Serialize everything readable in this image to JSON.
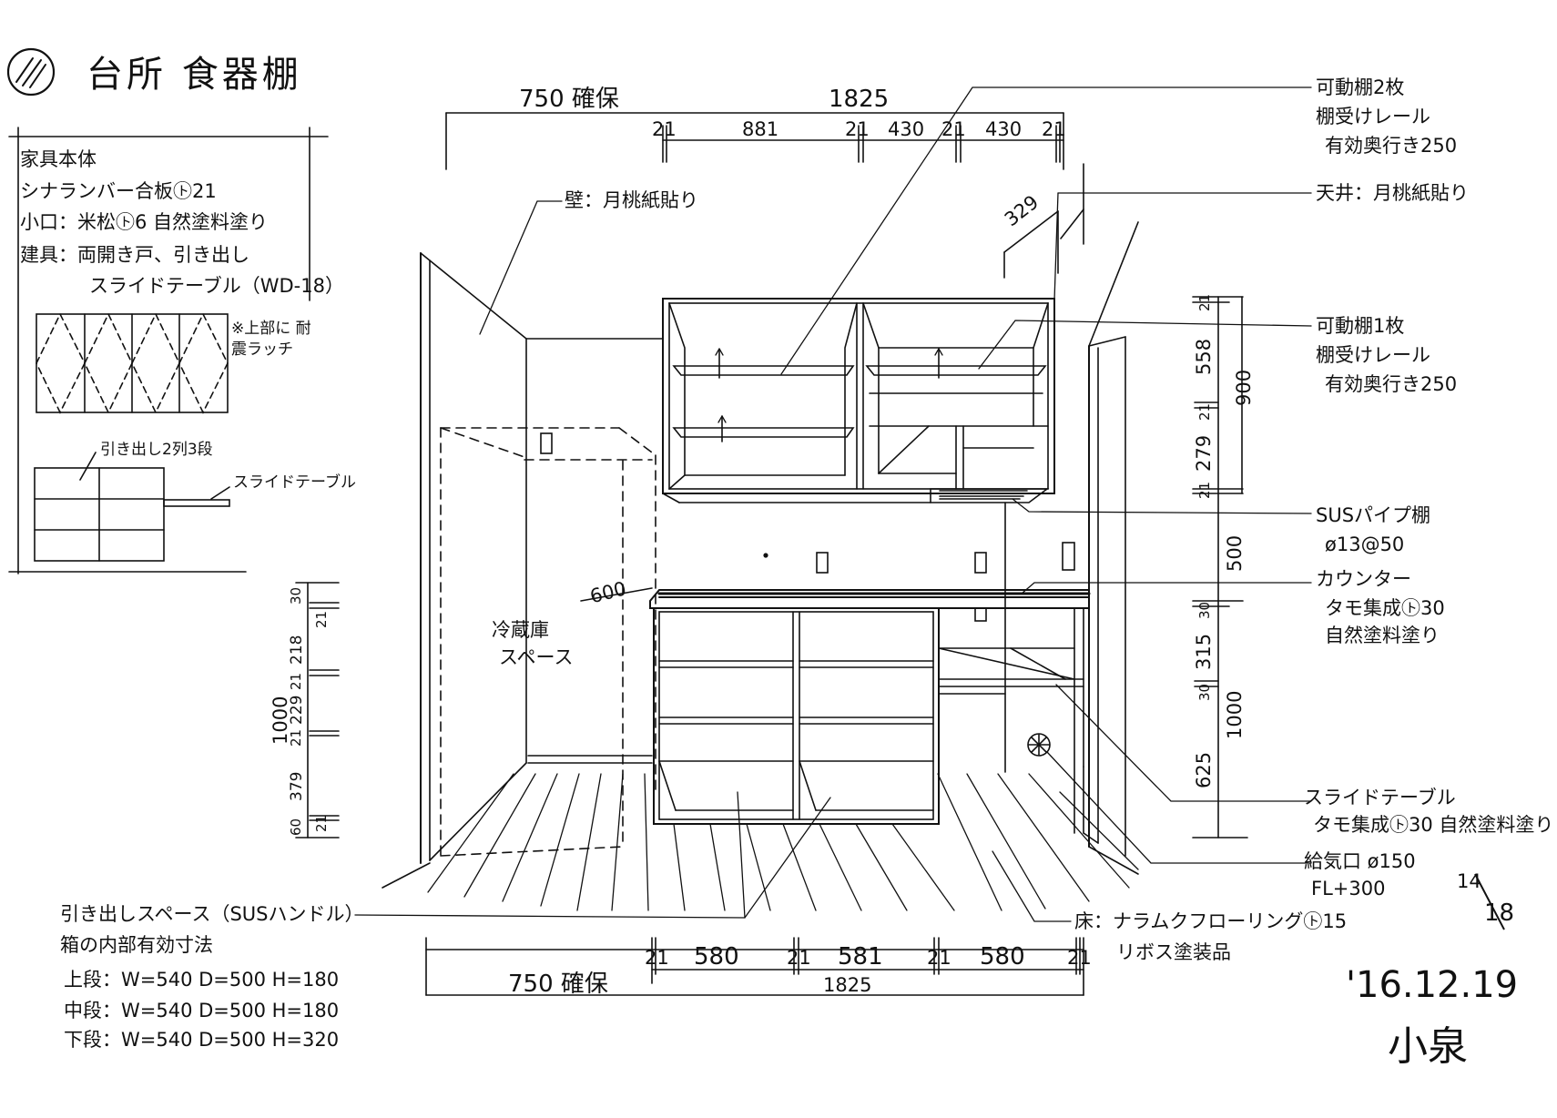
{
  "title": {
    "number_mark": "",
    "text": "台所 食器棚"
  },
  "spec": {
    "lines": [
      "家具本体",
      "シナランバー合板㋣21",
      "小口：米松㋣6 自然塗料塗り",
      "建具：両開き戸、引き出し",
      "スライドテーブル（WD-18）"
    ],
    "quake_latch_note": "※上部に 耐震ラッチ",
    "drawer_note": "引き出し2列3段",
    "slide_table_label": "スライドテーブル"
  },
  "dimensions": {
    "top_reserve": "750 確保",
    "top_total": "1825",
    "top_parts": [
      "21",
      "881",
      "21",
      "430",
      "21",
      "430",
      "21"
    ],
    "bottom_reserve": "750 確保",
    "bottom_total": "1825",
    "bottom_parts": [
      "21",
      "580",
      "21",
      "581",
      "21",
      "580",
      "21"
    ],
    "upper_depth": "329",
    "counter_depth": "600",
    "right_upper": [
      "21",
      "558",
      "21",
      "279",
      "21"
    ],
    "right_upper_total": "900",
    "right_gap": "500",
    "right_lower": [
      "30",
      "315",
      "30",
      "625"
    ],
    "right_lower_total": "1000",
    "left_parts": [
      "30",
      "21",
      "218",
      "21",
      "229",
      "21",
      "379",
      "21",
      "60"
    ],
    "left_total": "1000"
  },
  "labels": {
    "wall": "壁：月桃紙貼り",
    "fridge": [
      "冷蔵庫",
      "スペース"
    ],
    "shelf_top": [
      "可動棚2枚",
      "棚受けレール",
      "有効奥行き250"
    ],
    "ceiling": "天井：月桃紙貼り",
    "shelf_mid": [
      "可動棚1枚",
      "棚受けレール",
      "有効奥行き250"
    ],
    "pipe_shelf": [
      "SUSパイプ棚",
      "ø13@50"
    ],
    "counter": [
      "カウンター",
      "タモ集成㋣30",
      "自然塗料塗り"
    ],
    "slide_table": [
      "スライドテーブル",
      "タモ集成㋣30 自然塗料塗り"
    ],
    "air_inlet": [
      "給気口 ø150",
      "FL+300"
    ],
    "floor": [
      "床：ナラムクフローリング㋣15",
      "リボス塗装品"
    ],
    "drawer_space": [
      "引き出しスペース（SUSハンドル）",
      "箱の内部有効寸法",
      "上段：W=540 D=500 H=180",
      "中段：W=540 D=500 H=180",
      "下段：W=540 D=500 H=320"
    ]
  },
  "sheet": {
    "page_top": "14",
    "page_bottom": "18",
    "date": "'16.12.19",
    "name": "小泉"
  }
}
